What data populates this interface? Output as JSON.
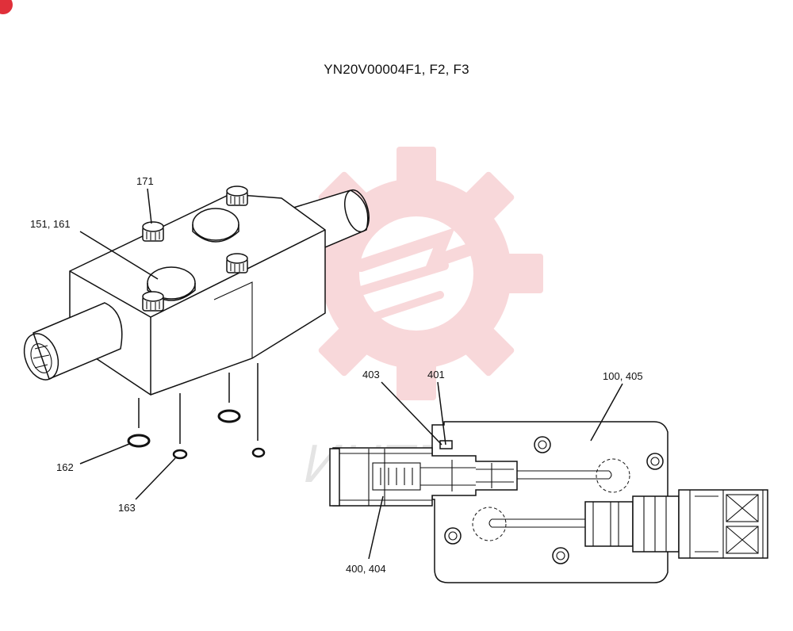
{
  "title": "YN20V00004F1, F2, F3",
  "watermark": {
    "text": "ИНТЕХ",
    "color": "#f2b8bc"
  },
  "callouts": {
    "c171": "171",
    "c151": "151, 161",
    "c162": "162",
    "c163": "163",
    "c403": "403",
    "c401": "401",
    "c100": "100, 405",
    "c400": "400, 404"
  }
}
